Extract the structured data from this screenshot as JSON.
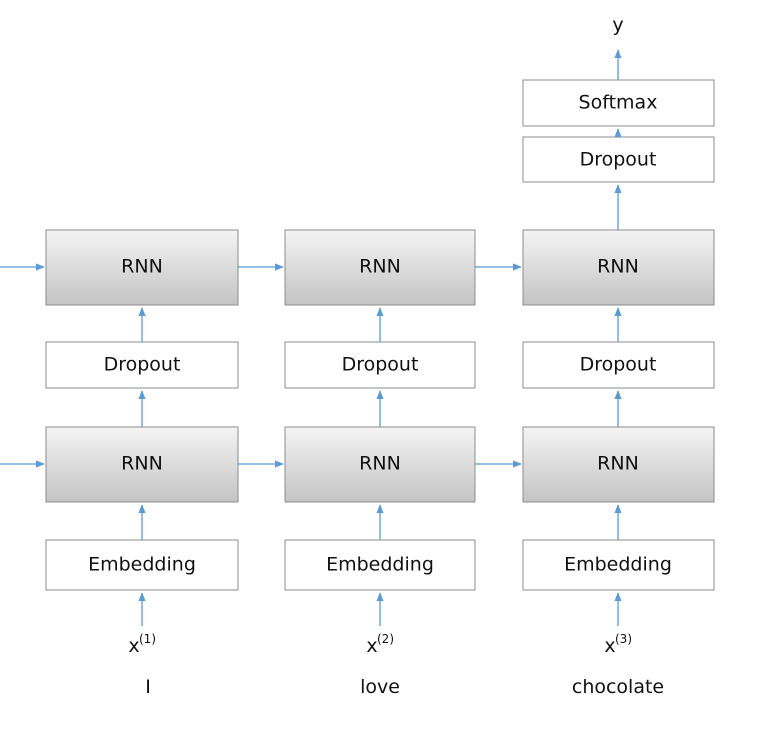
{
  "colors": {
    "arrow": "#5b9bd5",
    "box_border": "#8c8c8c",
    "rnn_gradient_top": "#f4f4f4",
    "rnn_gradient_bottom": "#c4c4c4",
    "plain_box_fill": "#ffffff"
  },
  "columns": [
    {
      "word": "I",
      "input_var": "x",
      "input_sup": "(1)",
      "embedding_label": "Embedding",
      "rnn1_label": "RNN",
      "dropout_label": "Dropout",
      "rnn2_label": "RNN"
    },
    {
      "word": "love",
      "input_var": "x",
      "input_sup": "(2)",
      "embedding_label": "Embedding",
      "rnn1_label": "RNN",
      "dropout_label": "Dropout",
      "rnn2_label": "RNN"
    },
    {
      "word": "chocolate",
      "input_var": "x",
      "input_sup": "(3)",
      "embedding_label": "Embedding",
      "rnn1_label": "RNN",
      "dropout_label": "Dropout",
      "rnn2_label": "RNN",
      "top_dropout_label": "Dropout",
      "softmax_label": "Softmax",
      "output_label": "y"
    }
  ]
}
